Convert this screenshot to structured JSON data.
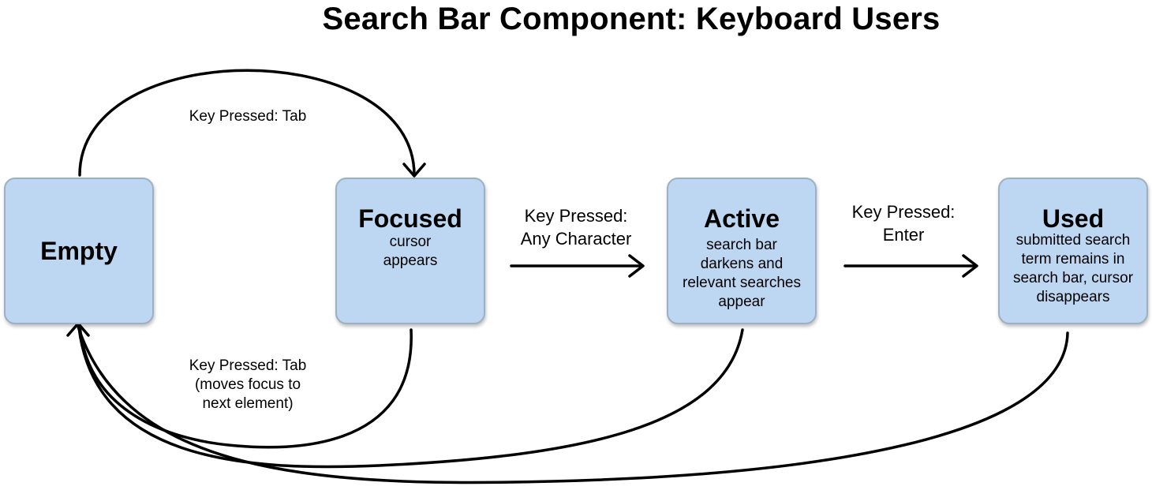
{
  "diagram": {
    "title": "Search Bar Component: Keyboard Users",
    "states": {
      "empty": {
        "title": "Empty",
        "description": ""
      },
      "focused": {
        "title": "Focused",
        "description": "cursor\nappears"
      },
      "active": {
        "title": "Active",
        "description": "search bar\ndarkens and\nrelevant searches\nappear"
      },
      "used": {
        "title": "Used",
        "description": "submitted search\nterm remains in\nsearch bar, cursor\ndisappears"
      }
    },
    "transitions": {
      "empty_to_focused": "Key Pressed: Tab",
      "focused_to_active": "Key Pressed:\nAny Character",
      "active_to_used": "Key Pressed:\nEnter",
      "focused_to_empty": "Key Pressed: Tab\n(moves focus to\nnext element)"
    },
    "colors": {
      "node_fill": "#bdd7f2",
      "node_border": "#9cb0c4",
      "arrow": "#000000"
    }
  }
}
